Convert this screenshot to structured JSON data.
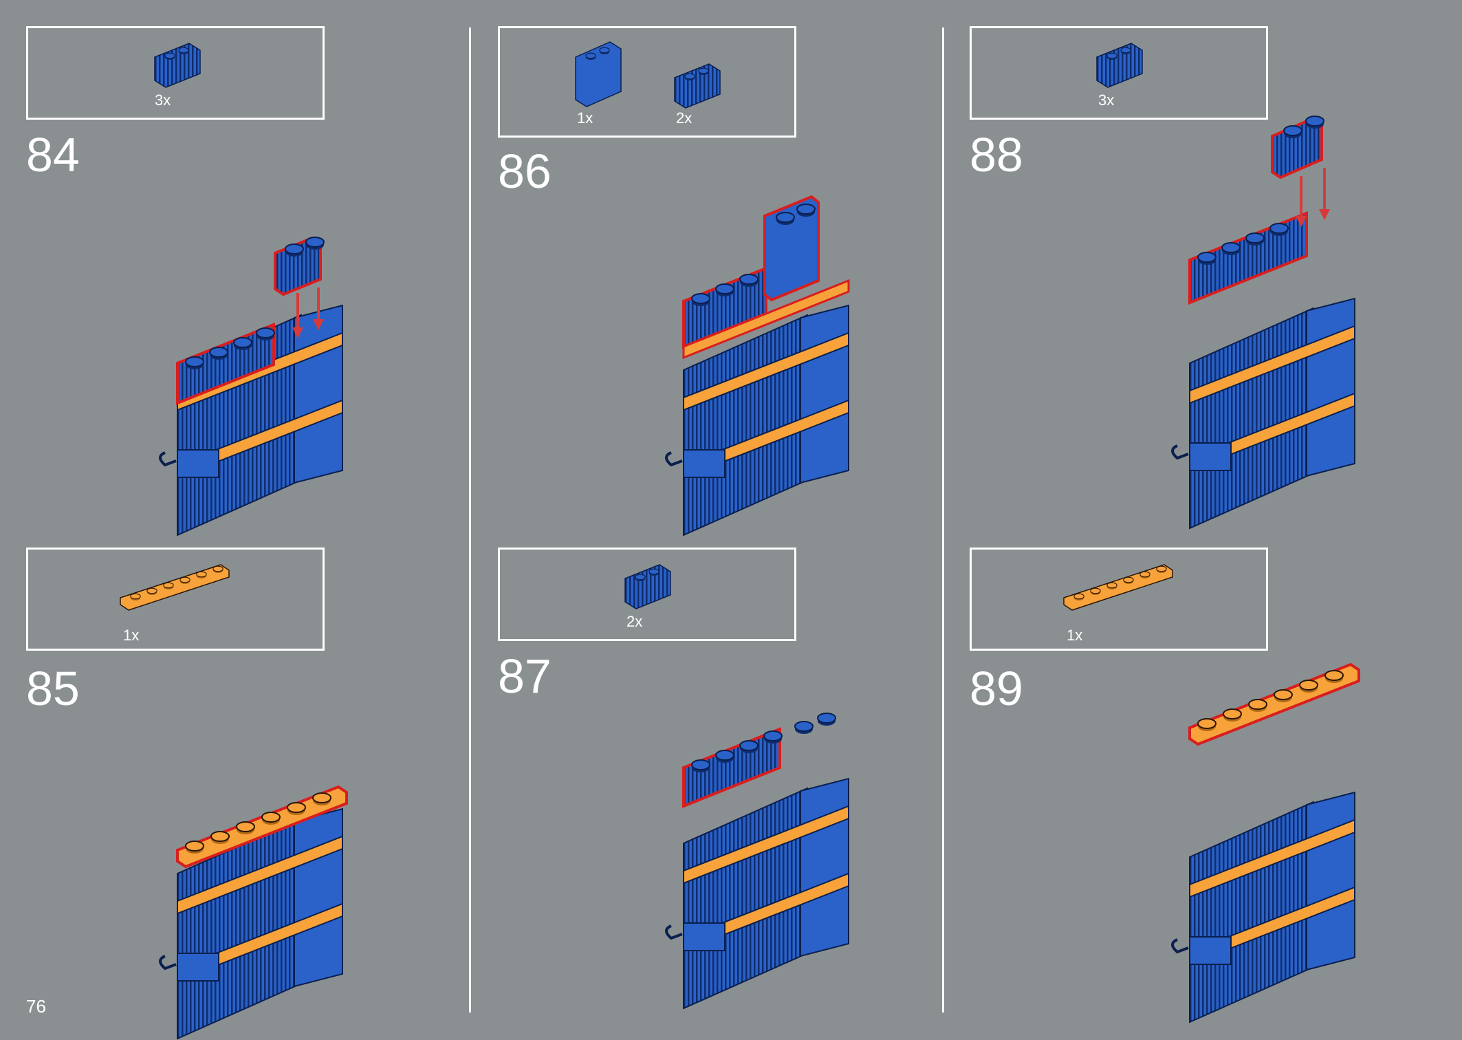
{
  "page": {
    "number": "76"
  },
  "colors": {
    "background": "#8a9092",
    "blue": "#2a62c9",
    "blue_dark": "#0f2d6e",
    "orange": "#f7a23a",
    "highlight": "#d81e1e",
    "arrow": "#d83a3a"
  },
  "steps": [
    {
      "number": "84",
      "parts": [
        {
          "qty": "3x",
          "icon": "brick-1x2-grille-blue-icon"
        }
      ],
      "new_piece": "brick-1x2-grille-blue"
    },
    {
      "number": "85",
      "parts": [
        {
          "qty": "1x",
          "icon": "plate-1x6-orange-icon"
        }
      ],
      "new_piece": "plate-1x6-orange"
    },
    {
      "number": "86",
      "parts": [
        {
          "qty": "1x",
          "icon": "brick-1x2x2-blue-icon"
        },
        {
          "qty": "2x",
          "icon": "brick-1x2-grille-blue-icon"
        }
      ],
      "new_piece": "brick-1x2x2-blue"
    },
    {
      "number": "87",
      "parts": [
        {
          "qty": "2x",
          "icon": "brick-1x2-grille-blue-icon"
        }
      ],
      "new_piece": "brick-1x2-grille-blue"
    },
    {
      "number": "88",
      "parts": [
        {
          "qty": "3x",
          "icon": "brick-1x2-grille-blue-icon"
        }
      ],
      "new_piece": "brick-1x2-grille-blue"
    },
    {
      "number": "89",
      "parts": [
        {
          "qty": "1x",
          "icon": "plate-1x6-orange-icon"
        }
      ],
      "new_piece": "plate-1x6-orange"
    }
  ]
}
